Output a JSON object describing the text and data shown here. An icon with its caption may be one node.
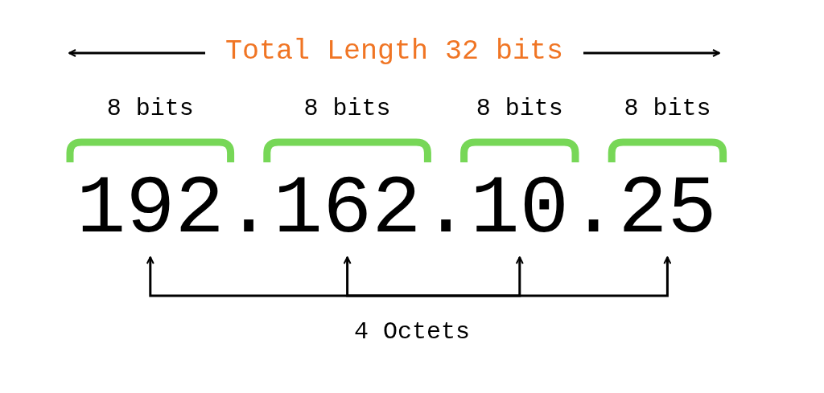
{
  "diagram": {
    "nodes": [
      {
        "text": [
          "192"
        ],
        "beside": [
          "8 bits"
        ]
      },
      {
        "text": [
          "162"
        ],
        "beside": [
          "8 bits"
        ]
      },
      {
        "text": [
          "10"
        ],
        "beside": [
          "8 bits"
        ]
      },
      {
        "text": [
          "25"
        ],
        "beside": [
          "8 bits"
        ]
      },
      {
        "text": [
          "4 Octets"
        ]
      }
    ],
    "edges": [
      {
        "from": 4,
        "to": 0,
        "arrow": "to"
      },
      {
        "from": 4,
        "to": 1,
        "arrow": "to"
      },
      {
        "from": 4,
        "to": 2,
        "arrow": "to"
      },
      {
        "from": 4,
        "to": 3,
        "arrow": "to"
      }
    ],
    "labels": [
      "Total Length 32 bits",
      ".",
      ".",
      "."
    ]
  }
}
